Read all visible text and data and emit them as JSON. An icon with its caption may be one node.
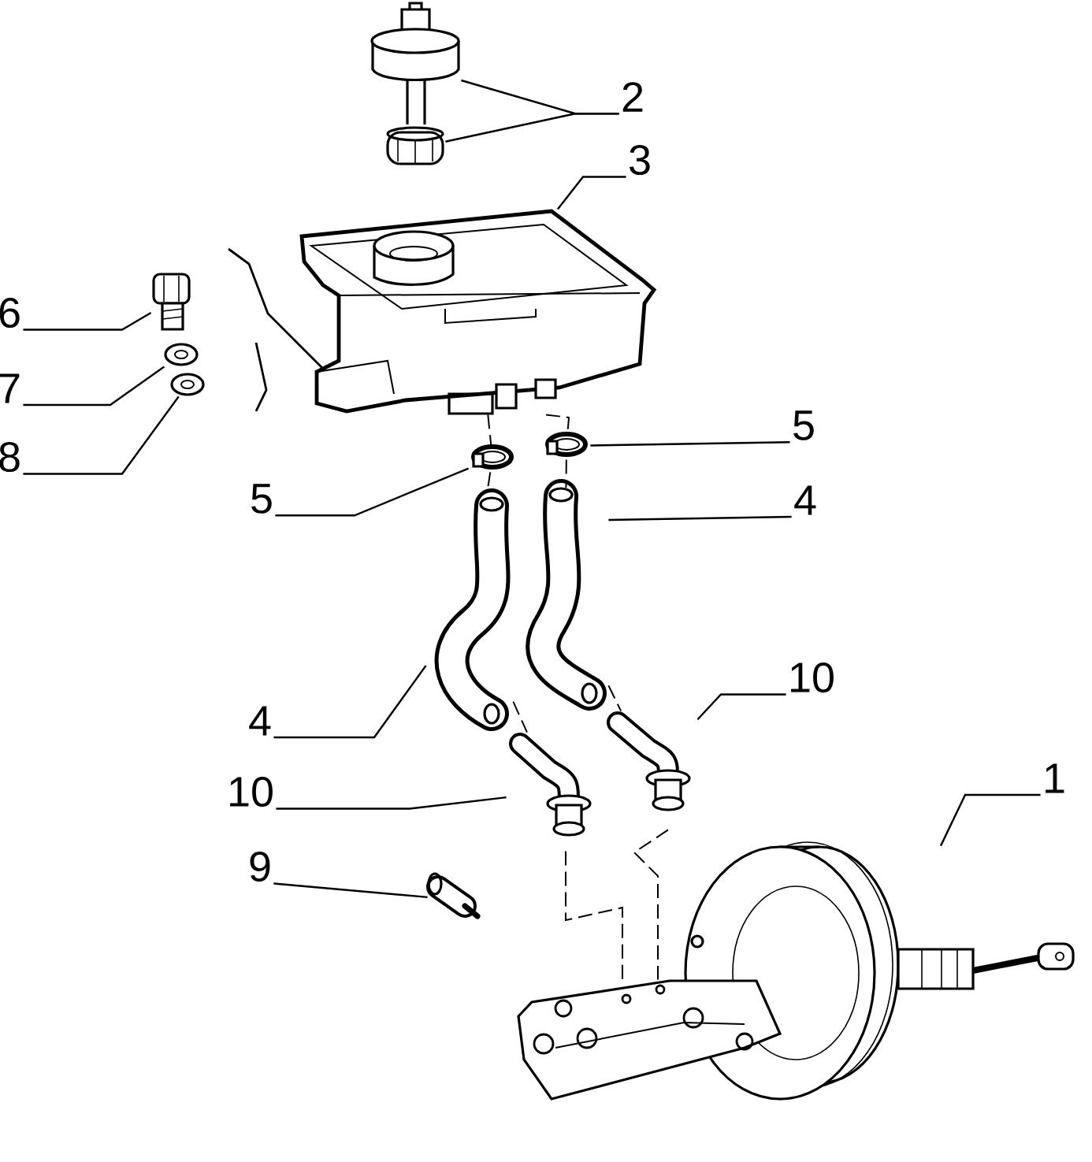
{
  "diagram": {
    "nodes": [
      {
        "text": [
          "2"
        ]
      },
      {
        "text": [
          "3"
        ]
      },
      {
        "text": [
          "6"
        ]
      },
      {
        "text": [
          "7"
        ]
      },
      {
        "text": [
          "8"
        ]
      },
      {
        "text": [
          "5"
        ]
      },
      {
        "text": [
          "5"
        ]
      },
      {
        "text": [
          "4"
        ]
      },
      {
        "text": [
          "4"
        ]
      },
      {
        "text": [
          "10"
        ]
      },
      {
        "text": [
          "10"
        ]
      },
      {
        "text": [
          "9"
        ]
      },
      {
        "text": [
          "1"
        ]
      },
      {
        "text": [],
        "shape": "picture"
      },
      {
        "text": [],
        "shape": "picture"
      },
      {
        "text": [],
        "shape": "picture"
      },
      {
        "text": [],
        "shape": "picture"
      },
      {
        "text": [],
        "shape": "picture"
      },
      {
        "text": [],
        "shape": "picture"
      },
      {
        "text": [],
        "shape": "picture"
      },
      {
        "text": [],
        "shape": "picture"
      },
      {
        "text": [],
        "shape": "picture"
      },
      {
        "text": [],
        "shape": "picture"
      },
      {
        "text": [],
        "shape": "picture"
      },
      {
        "text": [],
        "shape": "picture"
      },
      {
        "text": [],
        "shape": "picture"
      },
      {
        "text": [],
        "shape": "picture"
      },
      {
        "text": [],
        "shape": "picture"
      }
    ],
    "edges": [
      {
        "from": 0,
        "to": 13,
        "arrow": "none"
      },
      {
        "from": 0,
        "to": 14,
        "arrow": "none"
      },
      {
        "from": 1,
        "to": 15,
        "arrow": "none"
      },
      {
        "from": 2,
        "to": 16,
        "arrow": "none"
      },
      {
        "from": 3,
        "to": 17,
        "arrow": "none"
      },
      {
        "from": 4,
        "to": 18,
        "arrow": "none"
      },
      {
        "from": 5,
        "to": 19,
        "arrow": "none"
      },
      {
        "from": 6,
        "to": 20,
        "arrow": "none"
      },
      {
        "from": 7,
        "to": 21,
        "arrow": "none"
      },
      {
        "from": 8,
        "to": 22,
        "arrow": "none"
      },
      {
        "from": 9,
        "to": 23,
        "arrow": "none"
      },
      {
        "from": 10,
        "to": 24,
        "arrow": "none"
      },
      {
        "from": 11,
        "to": 25,
        "arrow": "none"
      },
      {
        "from": 12,
        "to": 26,
        "arrow": "none"
      },
      {
        "from": 15,
        "to": 19,
        "arrow": "none",
        "style": "dashed"
      },
      {
        "from": 15,
        "to": 20,
        "arrow": "none",
        "style": "dashed"
      },
      {
        "from": 19,
        "to": 22,
        "arrow": "none",
        "style": "dashed"
      },
      {
        "from": 20,
        "to": 21,
        "arrow": "none",
        "style": "dashed"
      },
      {
        "from": 22,
        "to": 23,
        "arrow": "none",
        "style": "dashed"
      },
      {
        "from": 21,
        "to": 24,
        "arrow": "none",
        "style": "dashed"
      },
      {
        "from": 23,
        "to": 27,
        "arrow": "none",
        "style": "dashed"
      },
      {
        "from": 24,
        "to": 27,
        "arrow": "none",
        "style": "dashed"
      }
    ]
  }
}
